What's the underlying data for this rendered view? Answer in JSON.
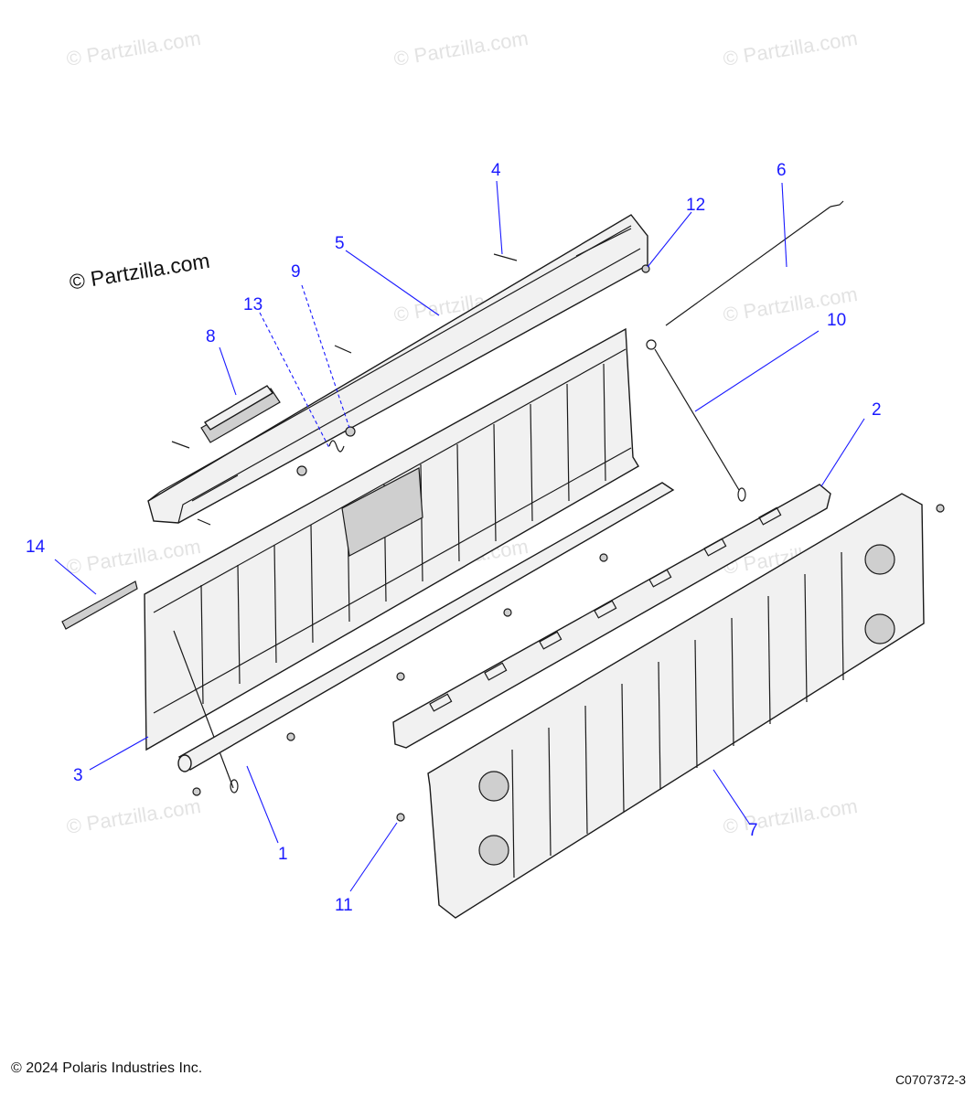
{
  "brand_watermark": "© Partzilla.com",
  "copyright": "© 2024 Polaris Industries Inc.",
  "diagram_code": "C0707372-3",
  "callouts": [
    {
      "label": "1",
      "part": "tailgate-rod"
    },
    {
      "label": "2",
      "part": "tailgate-inner-rail"
    },
    {
      "label": "3",
      "part": "tailgate-inner-panel"
    },
    {
      "label": "4",
      "part": "pin"
    },
    {
      "label": "5",
      "part": "tailgate-top-cap"
    },
    {
      "label": "6",
      "part": "latch-rod"
    },
    {
      "label": "7",
      "part": "tailgate-outer-panel"
    },
    {
      "label": "8",
      "part": "latch-handle"
    },
    {
      "label": "9",
      "part": "nut"
    },
    {
      "label": "10",
      "part": "support-cable"
    },
    {
      "label": "11",
      "part": "screw"
    },
    {
      "label": "12",
      "part": "fastener"
    },
    {
      "label": "13",
      "part": "clip"
    },
    {
      "label": "14",
      "part": "strike-bracket"
    }
  ],
  "colors": {
    "callout": "#1a1aff",
    "watermark": "#e3e3e3",
    "outline": "#1a1a1a"
  }
}
